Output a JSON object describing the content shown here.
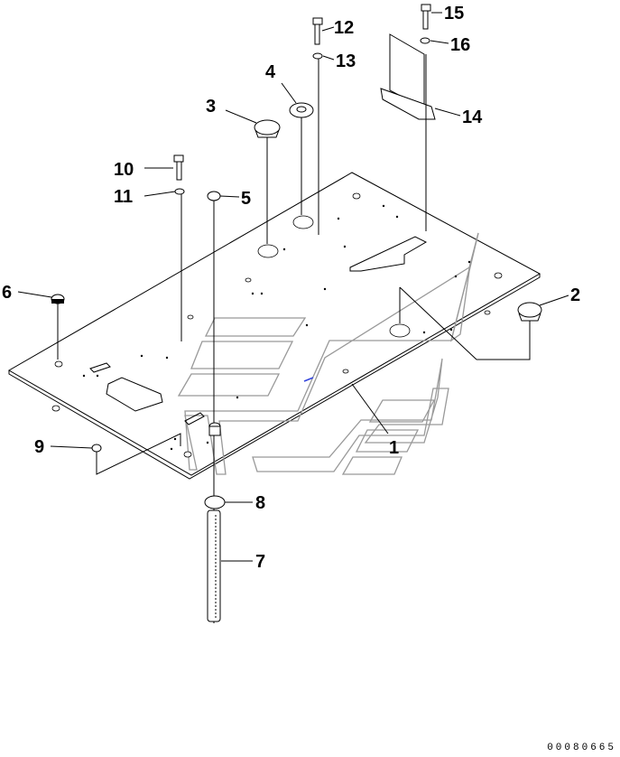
{
  "callouts": {
    "c1": "1",
    "c2": "2",
    "c3": "3",
    "c4": "4",
    "c5": "5",
    "c6": "6",
    "c7": "7",
    "c8": "8",
    "c9": "9",
    "c10": "10",
    "c11": "11",
    "c12": "12",
    "c13": "13",
    "c14": "14",
    "c15": "15",
    "c16": "16"
  },
  "drawing_code": "00080665"
}
